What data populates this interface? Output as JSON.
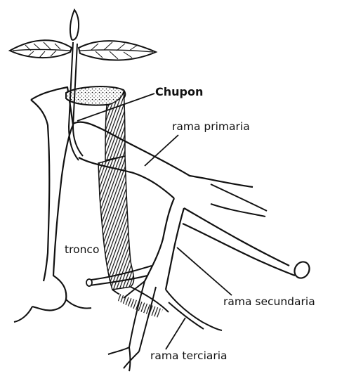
{
  "labels": {
    "chupon": "Chupon",
    "rama_primaria": "rama primaria",
    "tronco": "tronco",
    "rama_secundaria": "rama secundaria",
    "rama_terciaria": "rama terciaria"
  },
  "colors": {
    "ink": "#111111",
    "paper": "#ffffff"
  }
}
